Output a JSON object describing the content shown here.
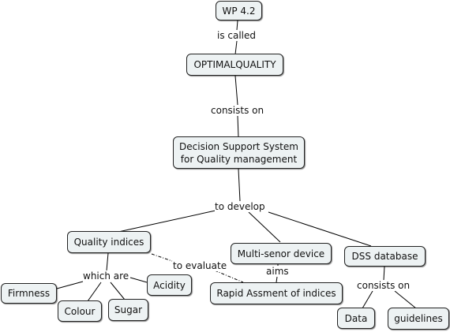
{
  "concepts": {
    "wp": "WP 4.2",
    "optimalquality": "OPTIMALQUALITY",
    "dss": "Decision Support System\nfor Quality management",
    "quality_indices": "Quality indices",
    "multi_sensor": "Multi-senor device",
    "dss_database": "DSS database",
    "firmness": "Firmness",
    "colour": "Colour",
    "sugar": "Sugar",
    "acidity": "Acidity",
    "rapid": "Rapid Assment of indices",
    "data": "Data",
    "guidelines": "guidelines"
  },
  "links": {
    "is_called": "is called",
    "consists_on_1": "consists on",
    "to_develop": "to develop",
    "which_are": "which are",
    "to_evaluate": "to evaluate",
    "aims": "aims",
    "consists_on_2": "consists on"
  },
  "colors": {
    "node_fill": "#edf2f3",
    "node_border": "#222222",
    "line": "#000000"
  }
}
